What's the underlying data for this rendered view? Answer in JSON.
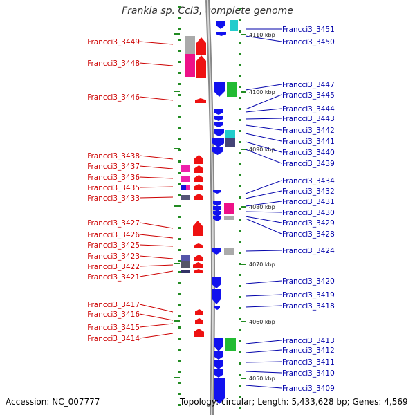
{
  "title": "Frankia sp. CcI3, complete genome",
  "accession": "Accession: NC_007777",
  "summary": "Topology: circular; Length: 5,433,628 bp; Genes: 4,569",
  "colors": {
    "reverse_label": "#cc0000",
    "forward_label": "#0000aa",
    "tick": "#228b22",
    "axis": "#888888"
  },
  "scale_labels": [
    "4110 kbp",
    "4100 kbp",
    "4090 kbp",
    "4080 kbp",
    "4070 kbp",
    "4060 kbp",
    "4050 kbp"
  ],
  "left_genes": [
    "Francci3_3449",
    "Francci3_3448",
    "Francci3_3446",
    "Francci3_3438",
    "Francci3_3437",
    "Francci3_3436",
    "Francci3_3435",
    "Francci3_3433",
    "Francci3_3427",
    "Francci3_3426",
    "Francci3_3425",
    "Francci3_3423",
    "Francci3_3422",
    "Francci3_3421",
    "Francci3_3417",
    "Francci3_3416",
    "Francci3_3415",
    "Francci3_3414"
  ],
  "right_genes": [
    "Francci3_3451",
    "Francci3_3450",
    "Francci3_3447",
    "Francci3_3445",
    "Francci3_3444",
    "Francci3_3443",
    "Francci3_3442",
    "Francci3_3441",
    "Francci3_3440",
    "Francci3_3439",
    "Francci3_3434",
    "Francci3_3432",
    "Francci3_3431",
    "Francci3_3430",
    "Francci3_3429",
    "Francci3_3428",
    "Francci3_3424",
    "Francci3_3420",
    "Francci3_3419",
    "Francci3_3418",
    "Francci3_3413",
    "Francci3_3412",
    "Francci3_3411",
    "Francci3_3410",
    "Francci3_3409"
  ]
}
